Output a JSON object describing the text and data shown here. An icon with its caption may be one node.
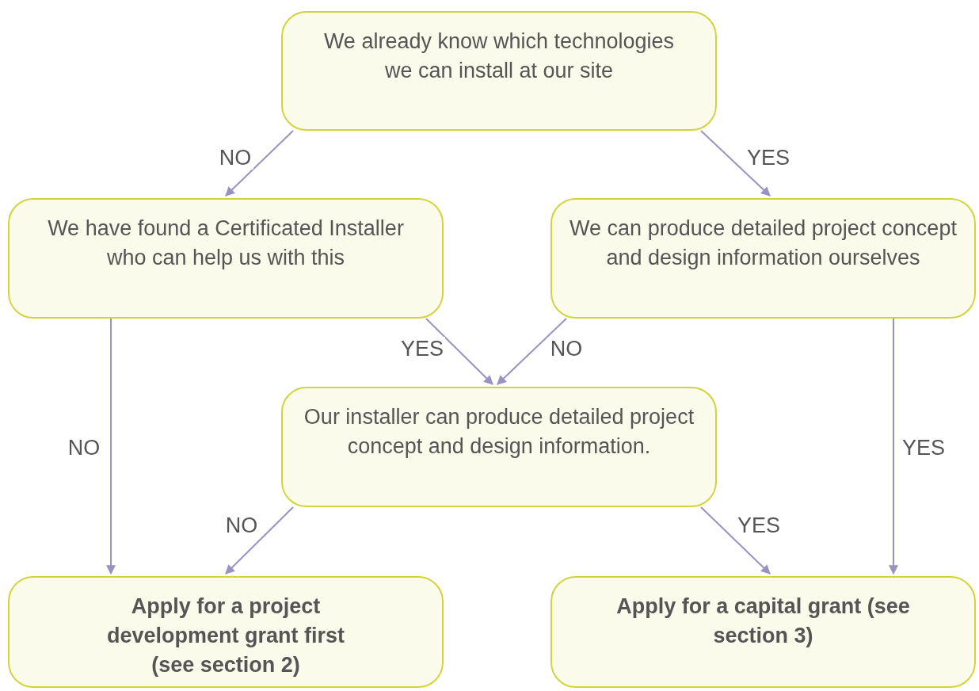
{
  "diagram": {
    "nodes": [
      {
        "text": [
          "We already know which technologies we can install at our site"
        ]
      },
      {
        "text": [
          "We have found a Certificated Installer who can help us with this"
        ]
      },
      {
        "text": [
          "We can produce detailed project concept and design information ourselves"
        ]
      },
      {
        "text": [
          "Our installer can produce detailed project concept and design information."
        ]
      },
      {
        "text": [
          "Apply for a project development grant first (see section 2)"
        ]
      },
      {
        "text": [
          "Apply for a capital grant (see section 3)"
        ]
      }
    ],
    "edges": [
      {
        "from": 0,
        "to": 1,
        "arrow": "to",
        "label": "NO"
      },
      {
        "from": 0,
        "to": 2,
        "arrow": "to",
        "label": "YES"
      },
      {
        "from": 1,
        "to": 3,
        "arrow": "to",
        "label": "YES"
      },
      {
        "from": 2,
        "to": 3,
        "arrow": "to",
        "label": "NO"
      },
      {
        "from": 1,
        "to": 4,
        "arrow": "to",
        "label": "NO"
      },
      {
        "from": 2,
        "to": 5,
        "arrow": "to",
        "label": "YES"
      },
      {
        "from": 3,
        "to": 4,
        "arrow": "to",
        "label": "NO"
      },
      {
        "from": 3,
        "to": 5,
        "arrow": "to",
        "label": "YES"
      }
    ]
  }
}
